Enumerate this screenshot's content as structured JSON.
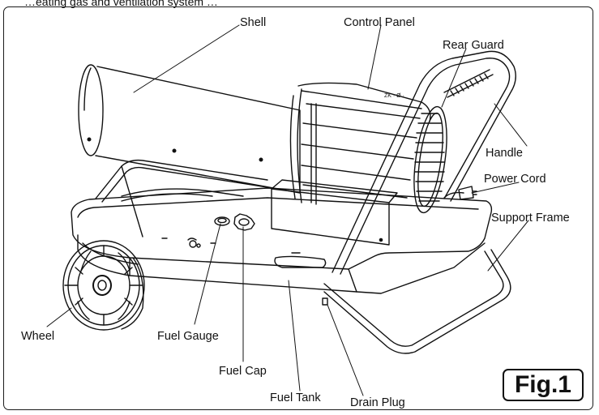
{
  "top_text": "…eating gas and ventilation system …",
  "labels": {
    "shell": "Shell",
    "control_panel": "Control Panel",
    "rear_guard": "Rear Guard",
    "handle": "Handle",
    "power_cord": "Power Cord",
    "support_frame": "Support Frame",
    "wheel": "Wheel",
    "fuel_gauge": "Fuel Gauge",
    "fuel_cap": "Fuel Cap",
    "fuel_tank": "Fuel Tank",
    "drain_plug": "Drain Plug"
  },
  "figure_label": "Fig.1"
}
